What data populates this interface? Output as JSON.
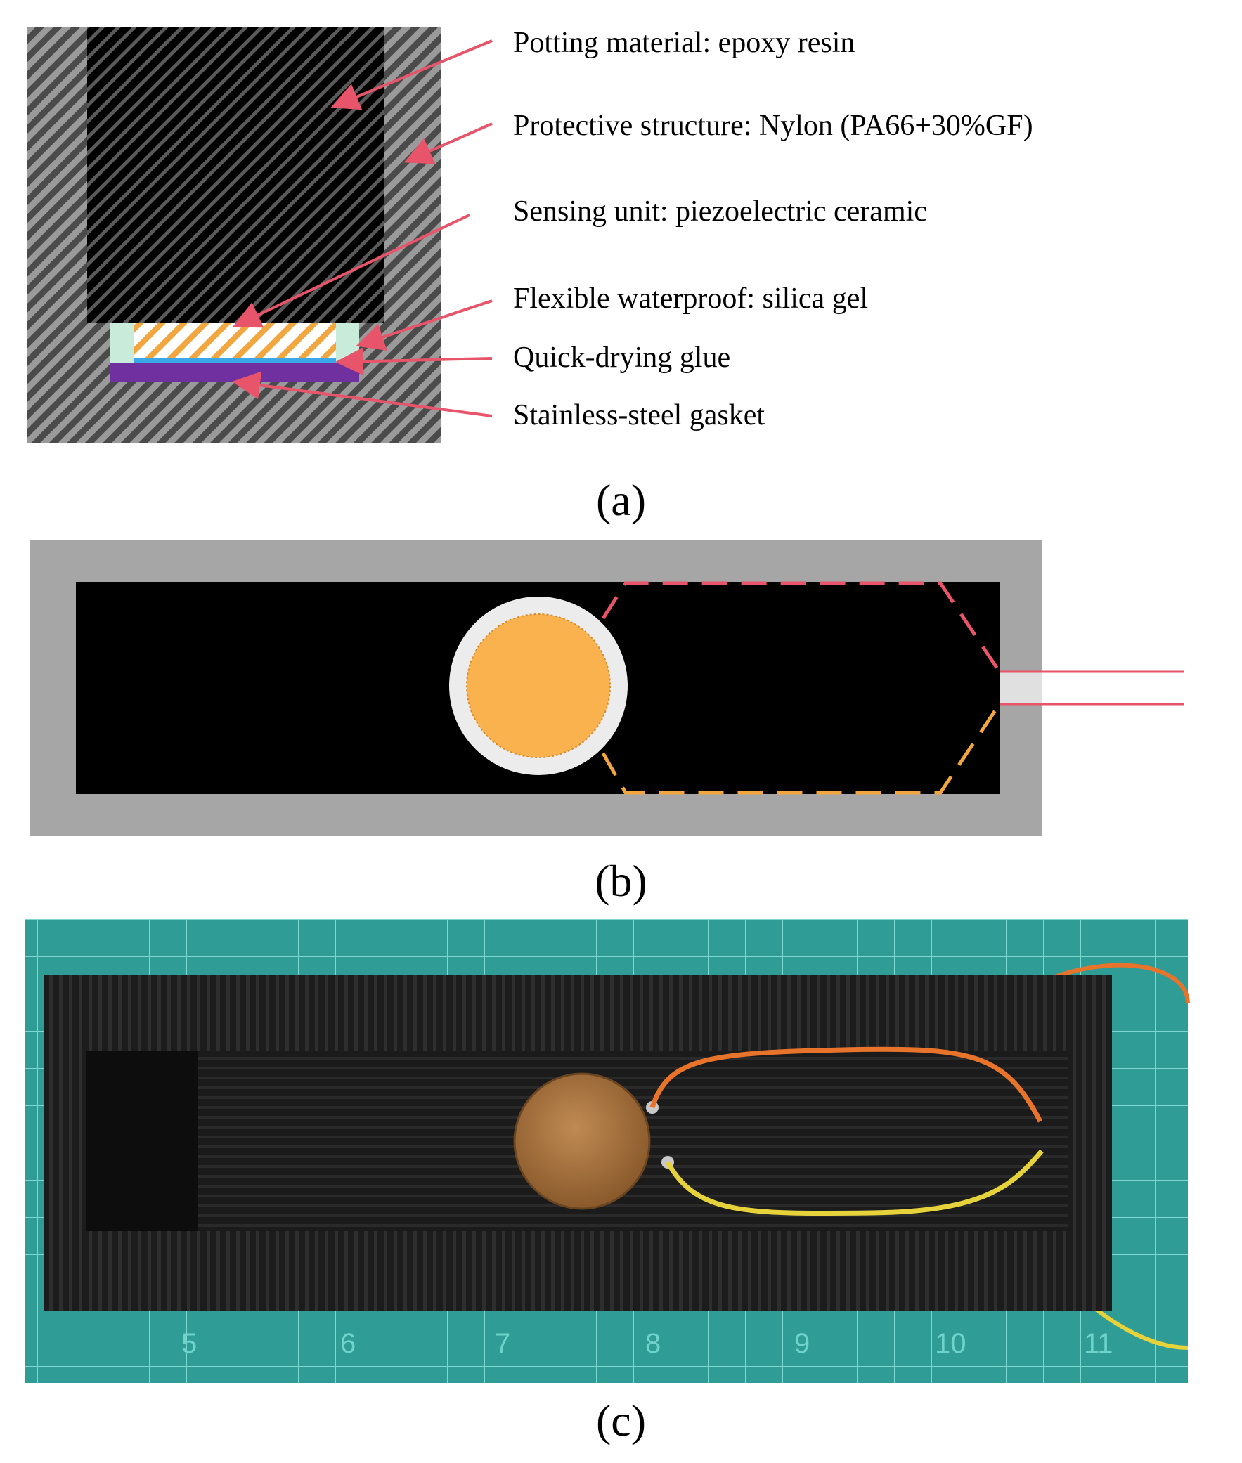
{
  "panel_a": {
    "caption": "(a)",
    "labels": [
      {
        "key": "potting",
        "text": "Potting material: epoxy resin"
      },
      {
        "key": "protective",
        "text": "Protective structure: Nylon (PA66+30%GF)"
      },
      {
        "key": "sensing",
        "text": "Sensing unit: piezoelectric  ceramic"
      },
      {
        "key": "flexible",
        "text": "Flexible  waterproof:  silica  gel"
      },
      {
        "key": "glue",
        "text": "Quick-drying  glue"
      },
      {
        "key": "gasket",
        "text": "Stainless-steel  gasket"
      }
    ],
    "colors": {
      "hatch_outer": "#9a9a9a",
      "hatch_dark": "#000000",
      "sensor_hatch": "#f2a640",
      "silica": "#c8ecd9",
      "glue": "#3aa8e8",
      "gasket": "#7030a0",
      "arrow": "#e8546a"
    }
  },
  "panel_b": {
    "caption": "(b)",
    "colors": {
      "frame": "#a6a6a6",
      "interior": "#000000",
      "disc": "#f9b24d",
      "ring": "#ececec",
      "upper_dash": "#e8546a",
      "lower_dash": "#f2a640",
      "wire": "#e8546a"
    }
  },
  "panel_c": {
    "caption": "(c)",
    "ruler_numbers": [
      "5",
      "6",
      "7",
      "8",
      "9",
      "10",
      "11"
    ],
    "colors": {
      "mat": "#2f9c96",
      "housing": "#1a1a1a",
      "disc": "#a8743e",
      "orange_wire": "#e8742c",
      "yellow_wire": "#e6d23a"
    }
  }
}
